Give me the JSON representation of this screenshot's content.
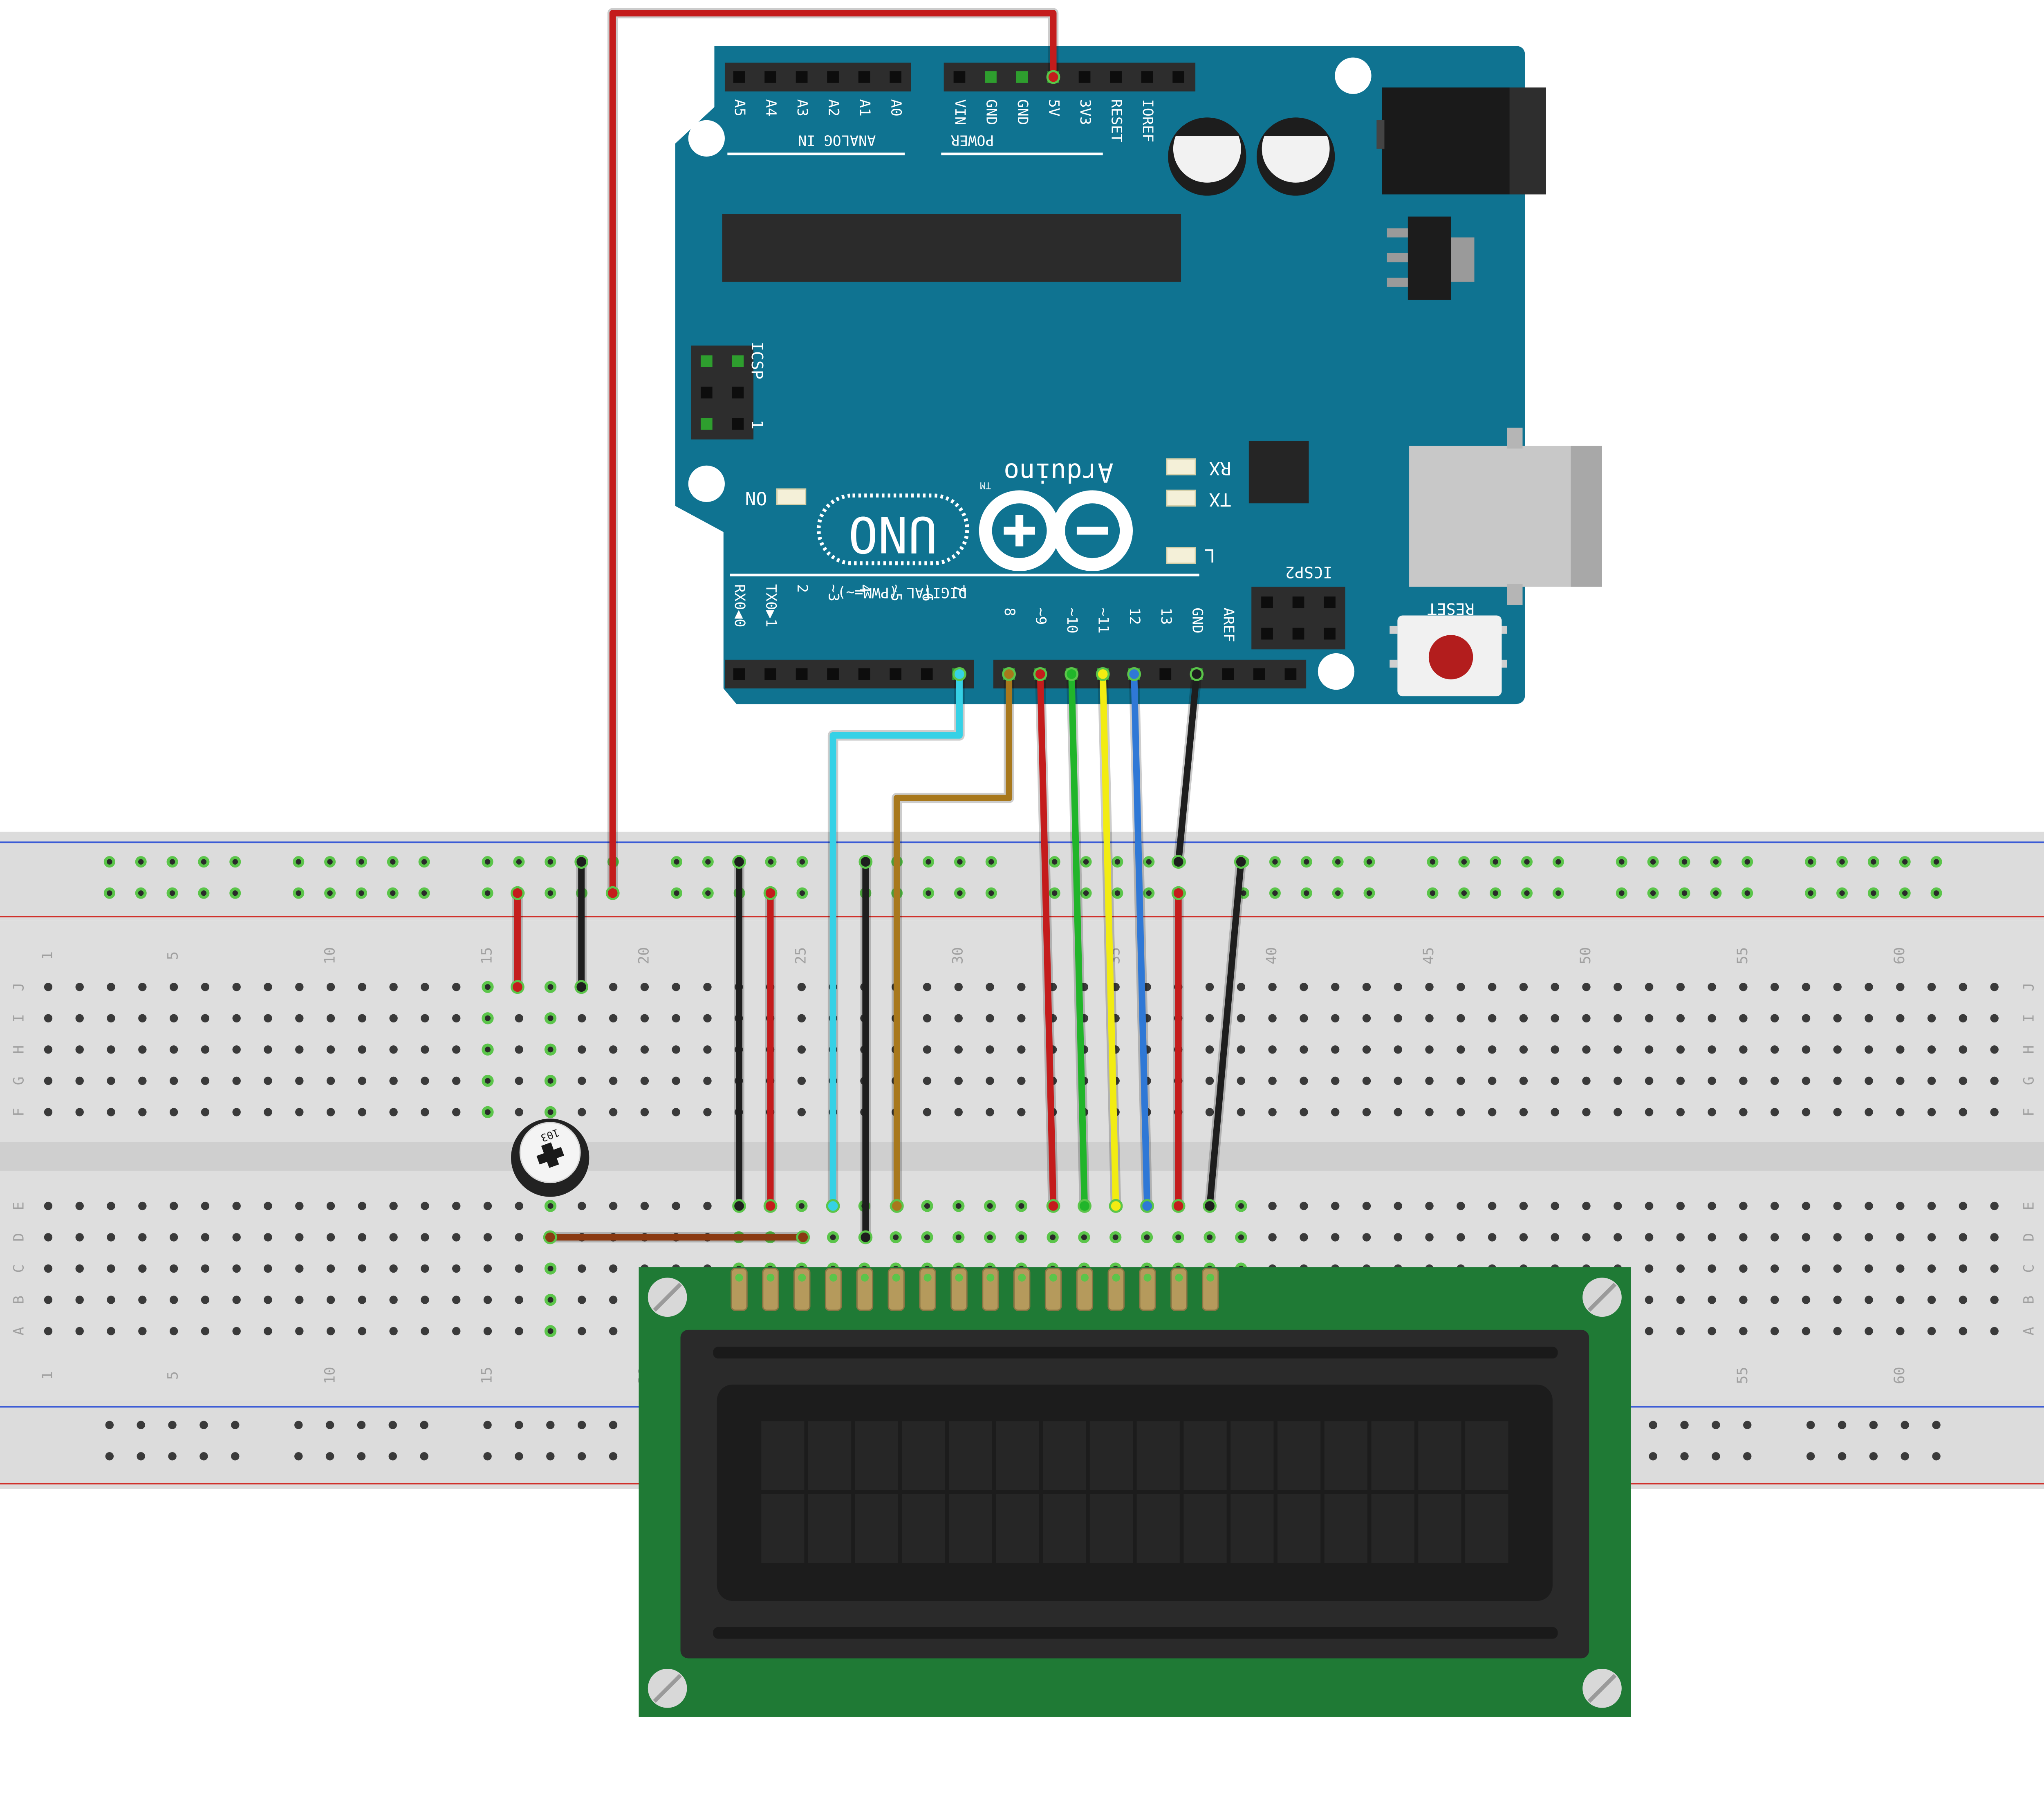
{
  "arduino": {
    "brand": "Arduino",
    "trademark": "TM",
    "model": "UNO",
    "headers": {
      "analog_in": "ANALOG IN",
      "power": "POWER",
      "digital": "DIGITAL (PWM=~)",
      "icsp": "ICSP",
      "icsp2": "ICSP2",
      "icsp_pin1": "1"
    },
    "analog_pins": [
      "A5",
      "A4",
      "A3",
      "A2",
      "A1",
      "A0"
    ],
    "power_pins": [
      "VIN",
      "GND",
      "GND",
      "5V",
      "3V3",
      "RESET",
      "IOREF"
    ],
    "digital_low_pins": [
      "RX0◀0",
      "TX0▶1",
      "2",
      "~3",
      "4",
      "~5",
      "~6",
      "7"
    ],
    "digital_high_pins": [
      "8",
      "~9",
      "~10",
      "~11",
      "12",
      "13",
      "GND",
      "AREF"
    ],
    "leds": {
      "rx": "RX",
      "tx": "TX",
      "l": "L",
      "on": "ON"
    },
    "reset": "RESET",
    "colors": {
      "board": "#0f7391",
      "text": "#ffffff",
      "header": "#2d2d2d"
    }
  },
  "breadboard": {
    "column_numbers": [
      "1",
      "5",
      "10",
      "15",
      "20",
      "25",
      "30",
      "35",
      "40",
      "45",
      "50",
      "55",
      "60"
    ],
    "top_row_letters": [
      "J",
      "I",
      "H",
      "G",
      "F"
    ],
    "bottom_row_letters": [
      "E",
      "D",
      "C",
      "B",
      "A"
    ],
    "colors": {
      "body": "#dcdcdc",
      "rail_blue": "#3b5bd6",
      "rail_red": "#d0302a",
      "hole": "#3a3a3a",
      "active": "#5bc54a"
    }
  },
  "potentiometer": {
    "label": "103"
  },
  "lcd": {
    "pin_count": 16,
    "colors": {
      "pcb": "#1f7a35",
      "bezel": "#2a2a2a",
      "screen": "#1c1c1c",
      "cell": "#262626"
    }
  },
  "wire_colors": {
    "red": "#c41c1c",
    "black": "#1e1e1e",
    "cyan": "#35d1e6",
    "brown": "#a8781c",
    "green": "#21b52a",
    "yellow": "#f2ec12",
    "blue": "#2f78d6",
    "dark_brown": "#8a3a12"
  }
}
